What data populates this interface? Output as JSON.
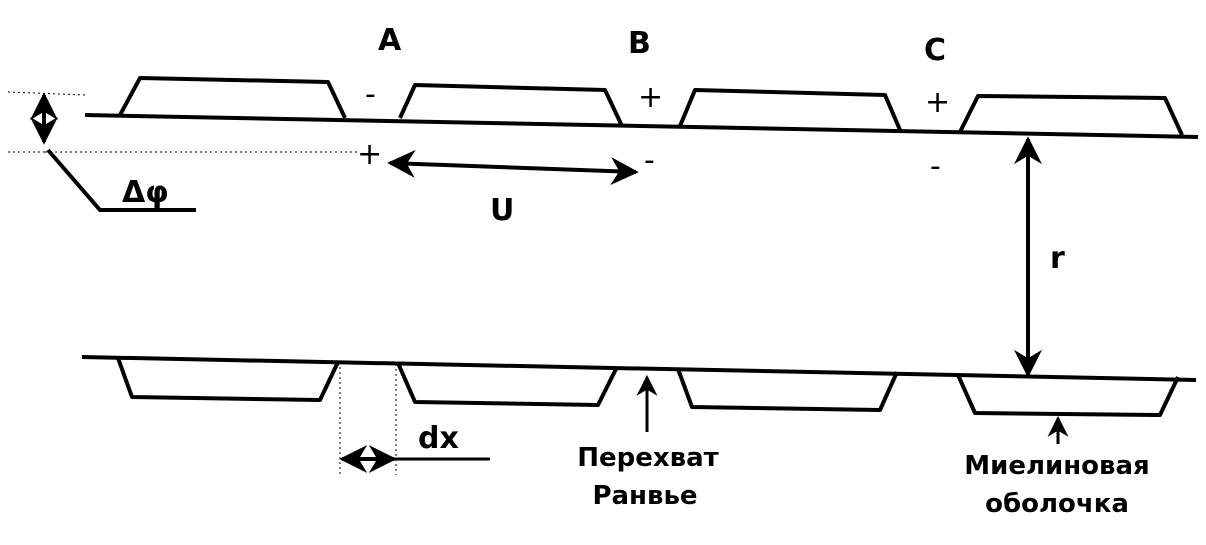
{
  "nodes": {
    "a": "A",
    "b": "B",
    "c": "C"
  },
  "signs": {
    "a_top": "-",
    "a_bottom": "+",
    "b_top": "+",
    "b_bottom": "-",
    "c_top": "+",
    "c_bottom": "-"
  },
  "variables": {
    "delta_phi": "Δφ",
    "u": "U",
    "r": "r",
    "dx": "dx"
  },
  "captions": {
    "node_of_ranvier": [
      "Перехват",
      "Ранвье"
    ],
    "myelin_sheath": [
      "Миелиновая",
      "оболочка"
    ]
  }
}
